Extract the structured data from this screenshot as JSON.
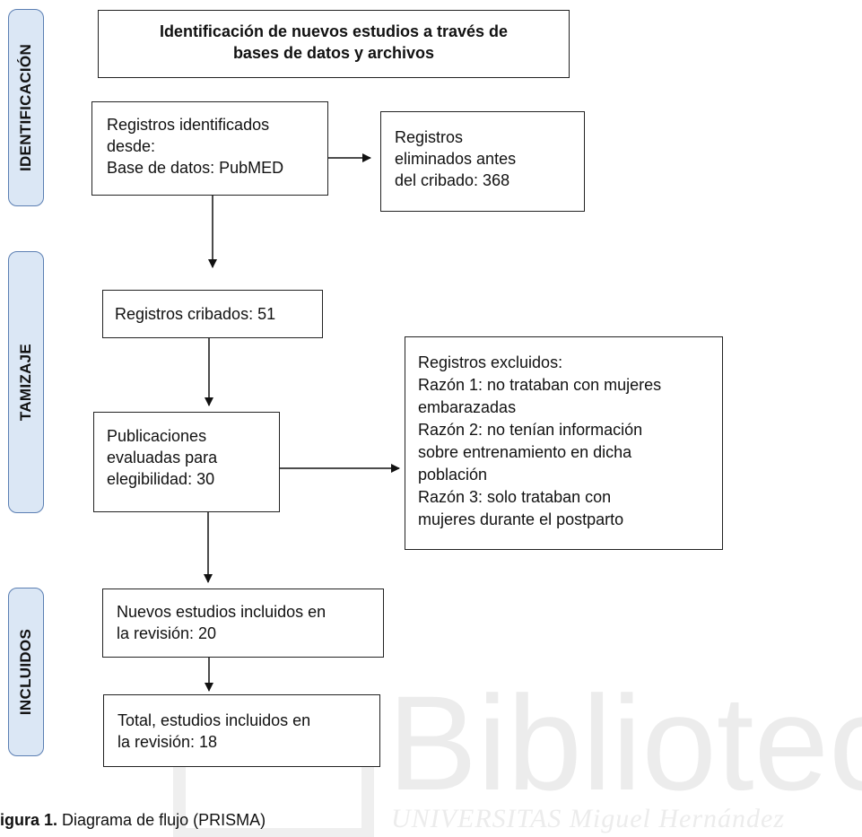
{
  "sidebars": {
    "identificacion": "IDENTIFICACIÓN",
    "tamizaje": "TAMIZAJE",
    "incluidos": "INCLUIDOS"
  },
  "boxes": {
    "title": "Identificación de nuevos estudios a través de\nbases de datos y archivos",
    "registros_identificados": "Registros identificados\ndesde:\nBase de datos: PubMED",
    "registros_eliminados": "Registros\neliminados antes\ndel cribado: 368",
    "registros_cribados": "Registros cribados: 51",
    "registros_excluidos": "Registros excluidos:\nRazón 1: no trataban con mujeres\nembarazadas\nRazón 2: no tenían información\nsobre entrenamiento en dicha\npoblación\nRazón 3: solo trataban con\nmujeres durante el postparto",
    "publicaciones_evaluadas": "Publicaciones\nevaluadas para\nelegibilidad: 30",
    "nuevos_incluidos": "Nuevos estudios incluidos en\nla revisión: 20",
    "total_incluidos": "Total, estudios incluidos en\nla revisión: 18"
  },
  "caption": {
    "label": "igura 1.",
    "text": " Diagrama de flujo (PRISMA)"
  },
  "watermark": {
    "title": "Biblioteca",
    "subtitle": "UNIVERSITAS Miguel Hernández"
  },
  "colors": {
    "sidebar_fill": "#dbe7f5",
    "sidebar_border": "#5b7fb3",
    "watermark": "#ececec"
  }
}
